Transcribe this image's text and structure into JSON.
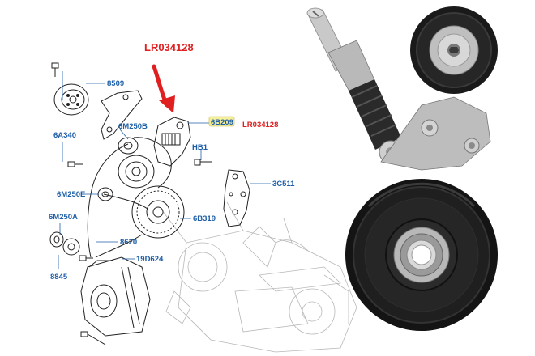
{
  "diagram": {
    "callout_part": "LR034128",
    "labels": {
      "p8509": "8509",
      "p6a340": "6A340",
      "p6m250b": "6M250B",
      "p6b209": "6B209",
      "p6b209_ref": "LR034128",
      "phb1": "HB1",
      "p3c511": "3C511",
      "p6m250e": "6M250E",
      "p6b319": "6B319",
      "p6m250a": "6M250A",
      "p8620": "8620",
      "p19d624": "19D624",
      "p8845": "8845"
    },
    "colors": {
      "label_blue": "#1f5fa8",
      "callout_red": "#e02020",
      "highlight": "#f6ef9a"
    }
  },
  "photos": {
    "tensioner_icon": "belt-tensioner-photo",
    "pulley_icon": "idler-pulley-photo"
  }
}
